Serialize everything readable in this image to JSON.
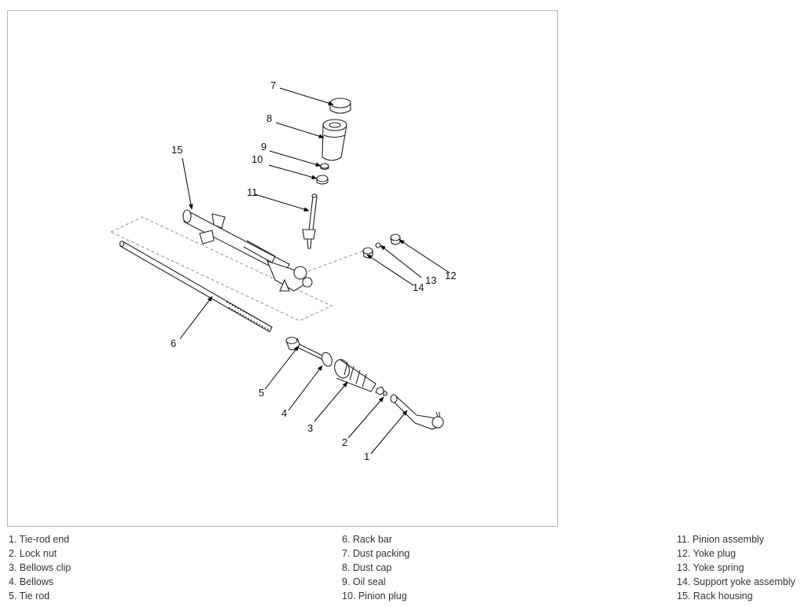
{
  "callouts": {
    "c1": "1",
    "c2": "2",
    "c3": "3",
    "c4": "4",
    "c5": "5",
    "c6": "6",
    "c7": "7",
    "c8": "8",
    "c9": "9",
    "c10": "10",
    "c11": "11",
    "c12": "12",
    "c13": "13",
    "c14": "14",
    "c15": "15"
  },
  "legend": {
    "col1": [
      "1. Tie-rod end",
      "2. Lock nut",
      "3. Bellows clip",
      "4. Bellows",
      "5. Tie rod"
    ],
    "col2": [
      "6. Rack bar",
      "7. Dust packing",
      "8. Dust cap",
      "9. Oil seal",
      "10. Pinion plug"
    ],
    "col3": [
      "11. Pinion assembly",
      "12. Yoke plug",
      "13. Yoke spring",
      "14. Support yoke assembly",
      "15. Rack housing"
    ]
  }
}
